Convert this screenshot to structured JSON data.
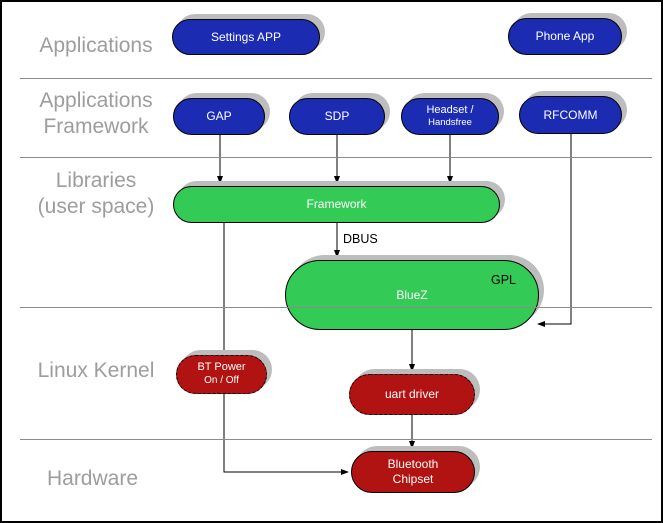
{
  "layers": {
    "applications": "Applications",
    "app_framework_line1": "Applications",
    "app_framework_line2": "Framework",
    "libraries_line1": "Libraries",
    "libraries_line2": "(user space)",
    "kernel": "Linux Kernel",
    "hardware": "Hardware"
  },
  "nodes": {
    "settings_app": "Settings APP",
    "phone_app": "Phone App",
    "gap": "GAP",
    "sdp": "SDP",
    "headset_line1": "Headset /",
    "headset_line2": "Handsfree",
    "rfcomm": "RFCOMM",
    "framework": "Framework",
    "bluez": "BlueZ",
    "bt_power_line1": "BT Power",
    "bt_power_line2": "On / Off",
    "uart_driver": "uart driver",
    "chipset_line1": "Bluetooth",
    "chipset_line2": "Chipset"
  },
  "annotations": {
    "dbus": "DBUS",
    "gpl": "GPL"
  },
  "colors": {
    "application_blue": "#1b2cb3",
    "userspace_green": "#33cb55",
    "kernel_red": "#b11212",
    "shadow_gray": "#bdbdbd",
    "layer_label_gray": "#9d9d9d",
    "divider_gray": "#8c8c8c"
  }
}
